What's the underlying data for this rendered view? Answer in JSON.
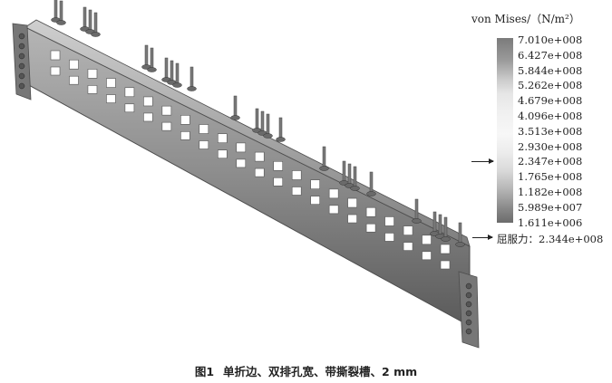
{
  "legend": {
    "title": "von Mises/（N/m²）",
    "labels": [
      "7.010e+008",
      "6.427e+008",
      "5.844e+008",
      "5.262e+008",
      "4.679e+008",
      "4.096e+008",
      "3.513e+008",
      "2.930e+008",
      "2.347e+008",
      "1.765e+008",
      "1.182e+008",
      "5.989e+007",
      "1.611e+006"
    ]
  },
  "yield": {
    "label": "屈服力：2.344e+008"
  },
  "caption": {
    "figure_number": "图1",
    "text": "单折边、双排孔宽、带撕裂槽、2 mm"
  },
  "colors": {
    "beam_body": "#8f8f8f",
    "beam_dark": "#4d4d4d",
    "hole": "#ffffff",
    "bolt": "#7a7a7a"
  }
}
